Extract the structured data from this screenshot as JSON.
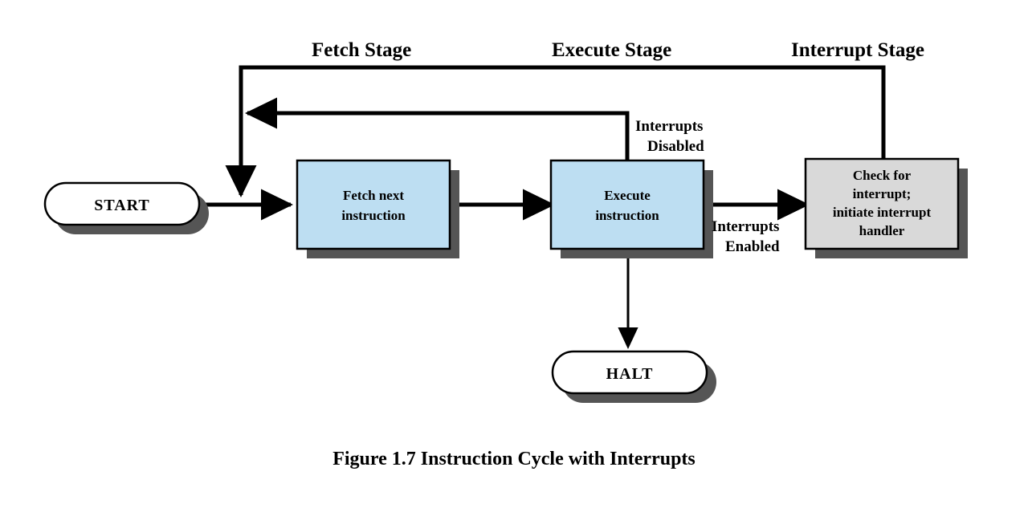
{
  "figure": {
    "caption": "Figure 1.7  Instruction Cycle with Interrupts",
    "background": "#ffffff"
  },
  "colors": {
    "process_fill": "#bddef2",
    "interrupt_fill": "#d9d9d9",
    "terminator_fill": "#ffffff",
    "shadow": "#555555",
    "stroke": "#000000"
  },
  "stage_labels": [
    {
      "id": "fetch-stage",
      "text": "Fetch Stage"
    },
    {
      "id": "execute-stage",
      "text": "Execute Stage"
    },
    {
      "id": "interrupt-stage",
      "text": "Interrupt Stage"
    }
  ],
  "nodes": {
    "start": {
      "text": "START",
      "shape": "terminator",
      "fill": "#ffffff"
    },
    "fetch": {
      "line1": "Fetch next",
      "line2": "instruction",
      "shape": "process",
      "fill": "#bddef2"
    },
    "execute": {
      "line1": "Execute",
      "line2": "instruction",
      "shape": "process",
      "fill": "#bddef2"
    },
    "interrupt": {
      "line1": "Check for",
      "line2": "interrupt;",
      "line3": "initiate interrupt",
      "line4": "handler",
      "shape": "process",
      "fill": "#d9d9d9"
    },
    "halt": {
      "text": "HALT",
      "shape": "terminator",
      "fill": "#ffffff"
    }
  },
  "edge_labels": {
    "interrupts_disabled": {
      "line1": "Interrupts",
      "line2": "Disabled"
    },
    "interrupts_enabled": {
      "line1": "Interrupts",
      "line2": "Enabled"
    }
  }
}
